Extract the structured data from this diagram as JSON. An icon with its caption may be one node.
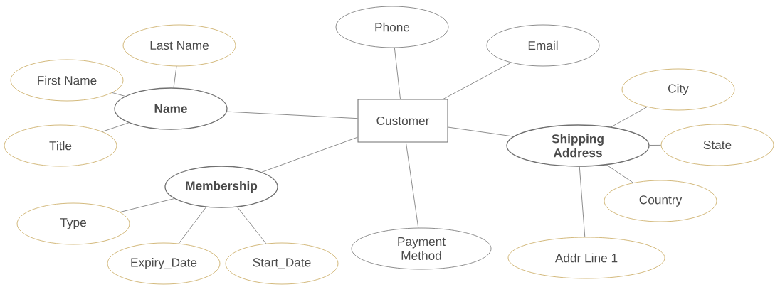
{
  "diagram": {
    "nodes": [
      {
        "text": [
          "Last Name"
        ]
      },
      {
        "text": [
          "Phone"
        ]
      },
      {
        "text": [
          "Email"
        ]
      },
      {
        "text": [
          "First Name"
        ]
      },
      {
        "text": [
          "Name"
        ]
      },
      {
        "text": [
          "Customer"
        ]
      },
      {
        "text": [
          "City"
        ]
      },
      {
        "text": [
          "Shipping Address"
        ]
      },
      {
        "text": [
          "State"
        ]
      },
      {
        "text": [
          "Title"
        ]
      },
      {
        "text": [
          "Membership"
        ]
      },
      {
        "text": [
          "Country"
        ]
      },
      {
        "text": [
          "Type"
        ]
      },
      {
        "text": [
          "Payment Method"
        ]
      },
      {
        "text": [
          "Addr Line 1"
        ]
      },
      {
        "text": [
          "Expiry_Date"
        ]
      },
      {
        "text": [
          "Start_Date"
        ]
      }
    ],
    "edges": [
      {
        "from": 4,
        "to": 0,
        "arrow": "none"
      },
      {
        "from": 4,
        "to": 3,
        "arrow": "none"
      },
      {
        "from": 4,
        "to": 9,
        "arrow": "none"
      },
      {
        "from": 5,
        "to": 1,
        "arrow": "none"
      },
      {
        "from": 5,
        "to": 2,
        "arrow": "none"
      },
      {
        "from": 5,
        "to": 4,
        "arrow": "none"
      },
      {
        "from": 5,
        "to": 7,
        "arrow": "none"
      },
      {
        "from": 5,
        "to": 10,
        "arrow": "none"
      },
      {
        "from": 5,
        "to": 13,
        "arrow": "none"
      },
      {
        "from": 7,
        "to": 6,
        "arrow": "none"
      },
      {
        "from": 7,
        "to": 8,
        "arrow": "none"
      },
      {
        "from": 7,
        "to": 11,
        "arrow": "none"
      },
      {
        "from": 7,
        "to": 14,
        "arrow": "none"
      },
      {
        "from": 10,
        "to": 12,
        "arrow": "none"
      },
      {
        "from": 10,
        "to": 15,
        "arrow": "none"
      },
      {
        "from": 10,
        "to": 16,
        "arrow": "none"
      }
    ]
  }
}
